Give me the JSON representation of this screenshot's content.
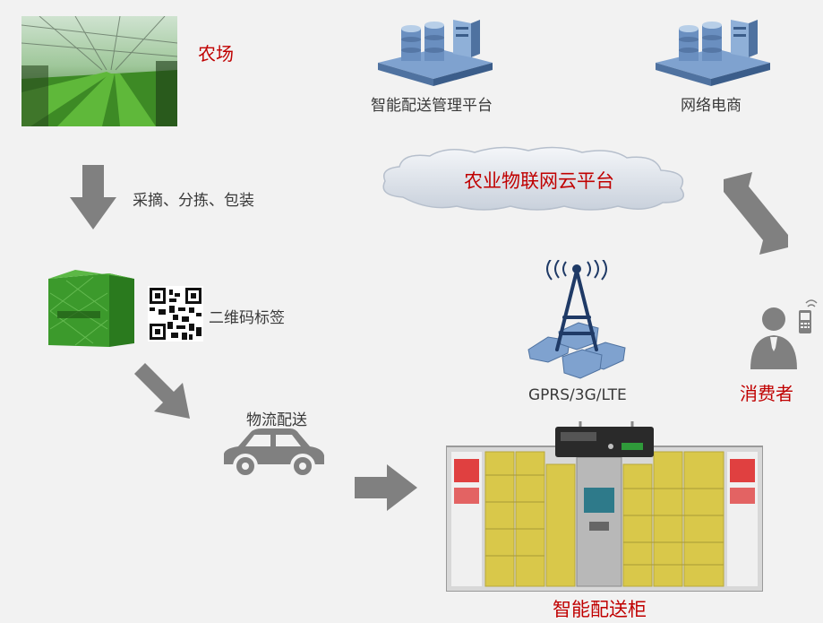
{
  "farm": {
    "label": "农场"
  },
  "process": {
    "label": "采摘、分拣、包装"
  },
  "qr": {
    "label": "二维码标签"
  },
  "logistics": {
    "label": "物流配送"
  },
  "management_platform": {
    "label": "智能配送管理平台"
  },
  "ecommerce": {
    "label": "网络电商"
  },
  "cloud": {
    "label": "农业物联网云平台"
  },
  "tower": {
    "label": "GPRS/3G/LTE"
  },
  "consumer": {
    "label": "消费者"
  },
  "locker": {
    "label": "智能配送柜"
  },
  "colors": {
    "accent_red": "#c00000",
    "arrow_gray": "#808080",
    "server_blue": "#6a8fc0",
    "locker_yellow": "#d9c84a"
  }
}
